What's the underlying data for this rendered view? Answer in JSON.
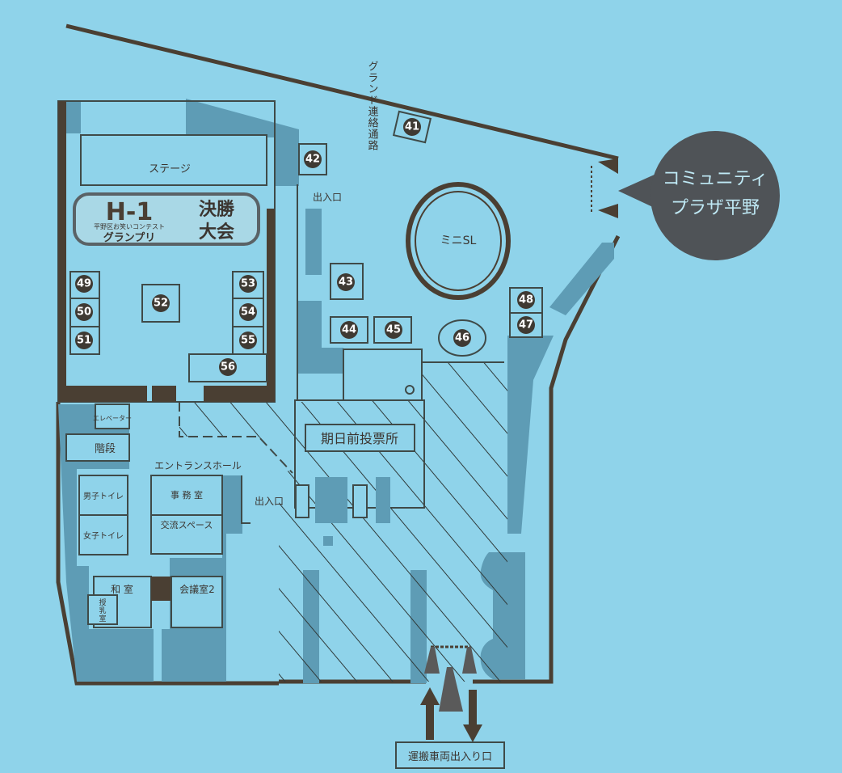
{
  "colors": {
    "background": "#8fd3ea",
    "shade": "#5e9cb5",
    "wall": "#4a3f33",
    "bubble": "#4f5357"
  },
  "labels": {
    "stage": "ステージ",
    "event_logo_main": "H-1",
    "event_logo_sub": "平野区お笑いコンテスト",
    "event_logo_grand": "グランプリ",
    "event_final_1": "決勝",
    "event_final_2": "大会",
    "grand_passage": "グランド連絡通路",
    "entrance_top": "出入口",
    "entrance_hall_door": "出入口",
    "mini_sl": "ミニSL",
    "community_plaza_1": "コミュニティ",
    "community_plaza_2": "プラザ平野",
    "elevator": "エレベーター",
    "stairs": "階段",
    "entrance_hall": "エントランスホール",
    "mens_toilet": "男子トイレ",
    "womens_toilet": "女子トイレ",
    "office": "事 務 室",
    "exchange_space": "交流スペース",
    "japanese_room": "和 室",
    "nursing_room_1": "授",
    "nursing_room_2": "乳",
    "nursing_room_3": "室",
    "meeting_room_2": "会議室2",
    "early_voting": "期日前投票所",
    "vehicle_entrance": "運搬車両出入り口"
  },
  "booths": [
    "41",
    "42",
    "43",
    "44",
    "45",
    "46",
    "47",
    "48",
    "49",
    "50",
    "51",
    "52",
    "53",
    "54",
    "55",
    "56"
  ]
}
